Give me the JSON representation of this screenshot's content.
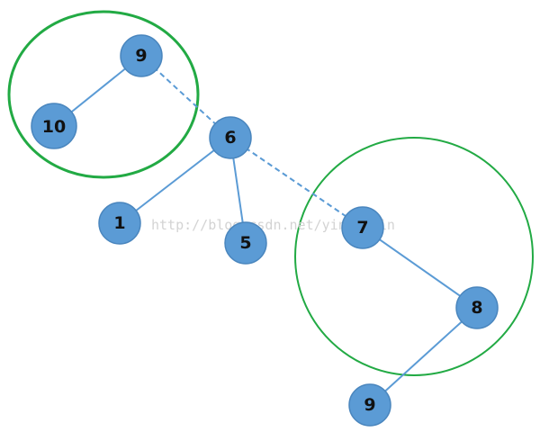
{
  "diagram": {
    "nodes": [
      {
        "id": "n9a",
        "label": "9"
      },
      {
        "id": "n10",
        "label": "10"
      },
      {
        "id": "n6",
        "label": "6"
      },
      {
        "id": "n1",
        "label": "1"
      },
      {
        "id": "n5",
        "label": "5"
      },
      {
        "id": "n7",
        "label": "7"
      },
      {
        "id": "n8",
        "label": "8"
      },
      {
        "id": "n9b",
        "label": "9"
      }
    ],
    "edges": [
      {
        "from": "9",
        "to": "10",
        "style": "solid"
      },
      {
        "from": "6",
        "to": "9",
        "style": "dashed"
      },
      {
        "from": "6",
        "to": "1",
        "style": "solid"
      },
      {
        "from": "6",
        "to": "5",
        "style": "solid"
      },
      {
        "from": "6",
        "to": "7",
        "style": "dashed"
      },
      {
        "from": "7",
        "to": "8",
        "style": "solid"
      },
      {
        "from": "8",
        "to": "9",
        "style": "solid"
      }
    ],
    "groups": [
      {
        "members": [
          "9",
          "10"
        ],
        "color": "#22aa44"
      },
      {
        "members": [
          "7",
          "8"
        ],
        "color": "#22aa44"
      }
    ],
    "watermark": "http://blog.csdn.net/yinchenin",
    "colors": {
      "node_fill": "#5b9bd5",
      "edge": "#5b9bd5",
      "ring": "#22aa44",
      "label": "#111111"
    }
  }
}
